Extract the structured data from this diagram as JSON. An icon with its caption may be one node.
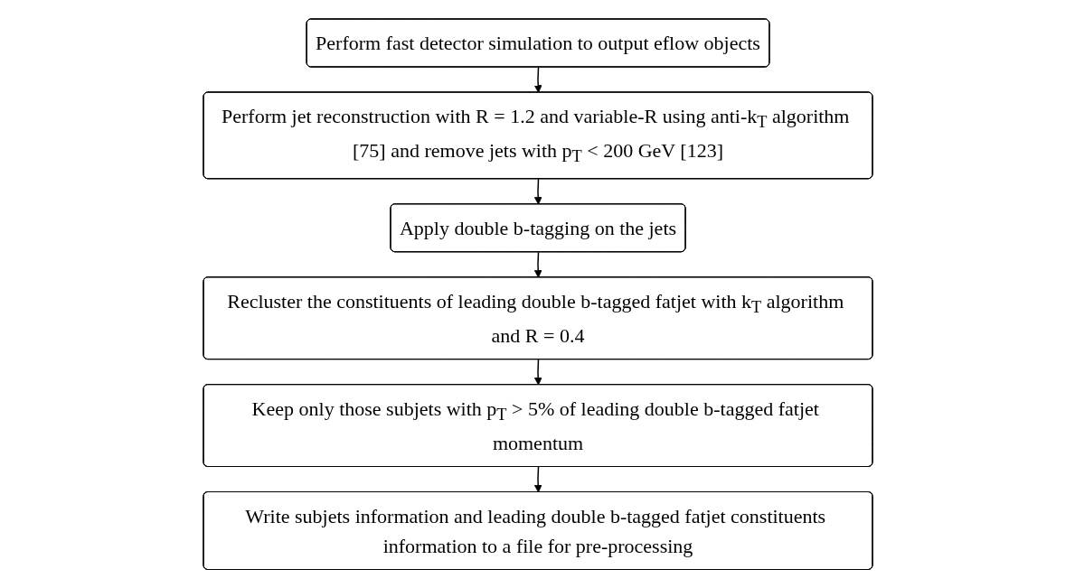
{
  "diagram": {
    "nodes": [
      {
        "text": [
          "Perform fast detector simulation to output eflow objects"
        ]
      },
      {
        "text": [
          "Perform jet reconstruction with R = 1.2 and variable-R using anti-k$_{T}$ algorithm [75] and remove jets with p$_{T}$ < 200 GeV [123]"
        ]
      },
      {
        "text": [
          "Apply double b-tagging on the jets"
        ]
      },
      {
        "text": [
          "Recluster the constituents of leading double b-tagged fatjet with k$_{T}$ algorithm and R = 0.4"
        ]
      },
      {
        "text": [
          "Keep only those subjets with p$_{T}$ > 5% of leading double b-tagged fatjet momentum"
        ]
      },
      {
        "text": [
          "Write subjets information and leading double b-tagged fatjet constituents information to a file for pre-processing"
        ]
      }
    ],
    "edges": [
      {
        "from": 0,
        "to": 1,
        "arrow": "to"
      },
      {
        "from": 1,
        "to": 2,
        "arrow": "to"
      },
      {
        "from": 2,
        "to": 3,
        "arrow": "to"
      },
      {
        "from": 3,
        "to": 4,
        "arrow": "to"
      },
      {
        "from": 4,
        "to": 5,
        "arrow": "to"
      }
    ]
  }
}
